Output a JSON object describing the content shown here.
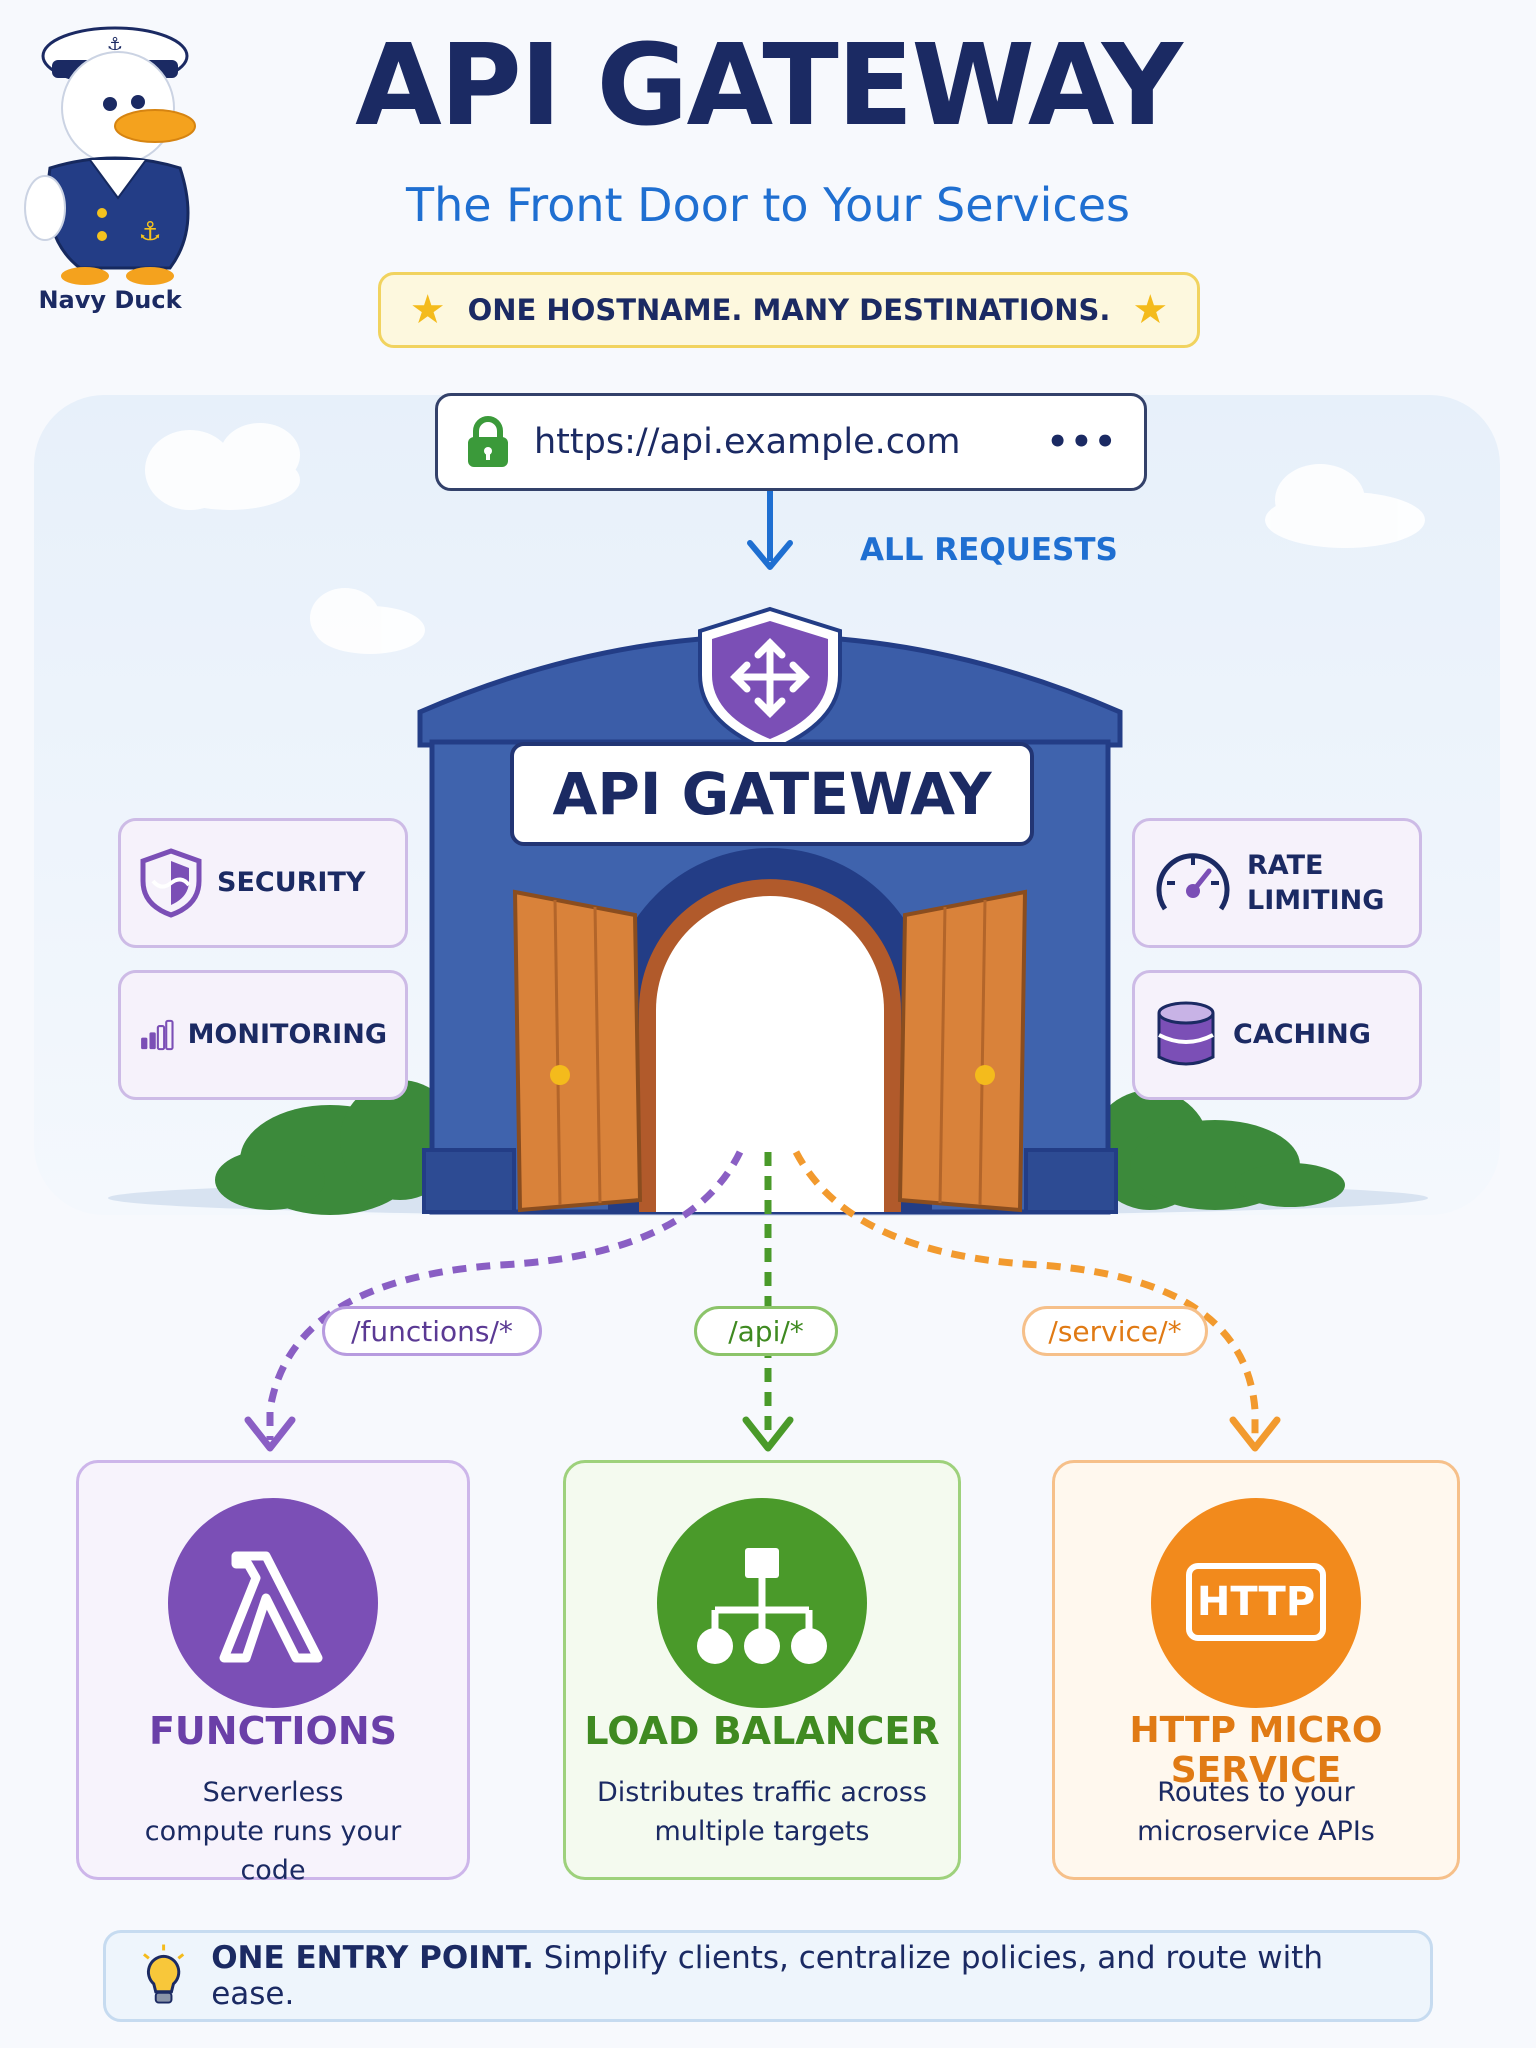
{
  "header": {
    "title": "API GATEWAY",
    "subtitle": "The Front Door to Your Services",
    "mascot_label": "Navy Duck",
    "tagline": "ONE HOSTNAME. MANY DESTINATIONS."
  },
  "url_bar": {
    "url": "https://api.example.com",
    "more": "•••"
  },
  "flow_label": "ALL REQUESTS",
  "gateway": {
    "sign": "API GATEWAY"
  },
  "features": {
    "security": "SECURITY",
    "monitoring": "MONITORING",
    "rate_limiting": "RATE LIMITING",
    "caching": "CACHING"
  },
  "routes": [
    {
      "path": "/functions/*",
      "title": "FUNCTIONS",
      "description": "Serverless compute runs your code",
      "color": "#7b4fb6",
      "icon": "lambda-icon"
    },
    {
      "path": "/api/*",
      "title": "LOAD BALANCER",
      "description": "Distributes traffic across multiple targets",
      "color": "#4a9a2a",
      "icon": "network-tree-icon"
    },
    {
      "path": "/service/*",
      "title": "HTTP MICRO SERVICE",
      "description": "Routes to your microservice APIs",
      "color": "#f28a1c",
      "icon": "http-icon"
    }
  ],
  "routes_icon_text": {
    "http": "HTTP"
  },
  "footer": {
    "strong": "ONE ENTRY POINT.",
    "text": "Simplify clients, centralize policies, and route with ease."
  },
  "colors": {
    "navy": "#1b2a63",
    "blue": "#1f6fd1",
    "gateway_blue": "#3f63ad",
    "door_orange": "#d9823a",
    "purple": "#7b4fb6",
    "green": "#4a9a2a",
    "orange": "#f28a1c"
  }
}
